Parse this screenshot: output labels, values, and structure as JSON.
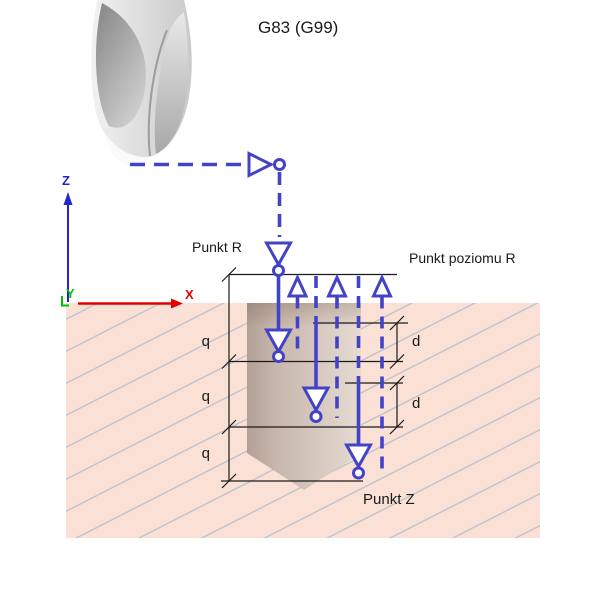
{
  "title": "G83 (G99)",
  "labels": {
    "point_r": "Punkt R",
    "r_level": "Punkt poziomu R",
    "point_z": "Punkt Z"
  },
  "dimensions": {
    "peck_depths": [
      "q",
      "q",
      "q"
    ],
    "clearances": [
      "d",
      "d"
    ]
  },
  "axes": {
    "x": "X",
    "y": "Y",
    "z": "Z"
  },
  "colors": {
    "toolpath_blue": "#4343c7",
    "axis_x_red": "#e00000",
    "axis_y_green": "#00c000",
    "axis_z_blue": "#2424d0",
    "material_pink": "#fbe1d5",
    "hatch_line": "#b9c0cd",
    "hole_dark": "#b0a096",
    "hole_light": "#e6dad1",
    "dimension_line": "#1a1a1a"
  }
}
